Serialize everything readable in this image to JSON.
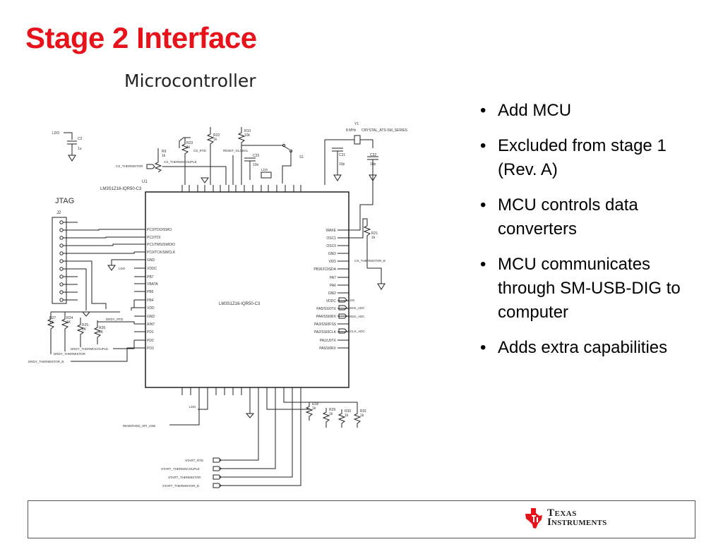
{
  "slide": {
    "title": "Stage 2 Interface",
    "schematic_caption": "Microcontroller"
  },
  "bullets": [
    "Add MCU",
    "Excluded from stage 1 (Rev. A)",
    "MCU controls data converters",
    "MCU communicates through SM-USB-DIG to computer",
    "Adds extra capabilities"
  ],
  "schematic": {
    "chip_name": "LM3S1Z16-IQR50-C3",
    "chip_ref": "U1",
    "chip_ref_label": "LM3S1Z16-IQR50-C3",
    "jtag_label": "JTAG",
    "jtag_ref": "J2",
    "crystal": {
      "ref": "Y1",
      "freq": "8 MHz",
      "part": "CRYSTAL_ATS-SM_SERIES"
    },
    "left_pins": [
      "PC0/TCK/SWCLK",
      "PC1/TMS/SWDIO",
      "PC2/TDI",
      "PC3/TDO/SWO",
      "GND",
      "VDDC",
      "PB7",
      "VBATA",
      "PB5",
      "PB4",
      "VDD",
      "GND",
      "AINT",
      "PD1",
      "PD2",
      "PD3"
    ],
    "right_pins": [
      "WAKE",
      "OSC1",
      "OSC0",
      "GND",
      "VDD",
      "PB3/I2C0SDA",
      "PA7",
      "PA6",
      "GND",
      "VDDC",
      "PA5/SSI0TX",
      "PA4/SSI0RX",
      "PA3/SSI0FSS",
      "PA2/SSI0CLK",
      "PA1/U0TX",
      "PA0/U0RX"
    ],
    "net_labels_left": [
      "LDO",
      "CS_THERMISTOR",
      "CS_THERMOCOUPLE",
      "RESET_GLOBAL",
      "CS_RTD",
      "DRDY_RTD",
      "DRDY_THERMOCOUPLE",
      "DRDY_THERMISTOR",
      "DRDY_THERMISTOR_B",
      "LDO"
    ],
    "net_labels_right": [
      "CS_THERMISTOR_B",
      "LDO",
      "MOSI_ADC",
      "MISO_ADC",
      "SCLK_ADC"
    ],
    "net_labels_bottom": [
      "RESERVED_SPI_USB",
      "LDO",
      "START_RTD",
      "START_THERMOCOUPLE",
      "START_THERMISTOR",
      "START_THERMISTOR_B"
    ],
    "resistors": [
      {
        "ref": "R9",
        "value": "1k"
      },
      {
        "ref": "R23",
        "value": "1k"
      },
      {
        "ref": "R22",
        "value": "1k"
      },
      {
        "ref": "R10",
        "value": "10k"
      },
      {
        "ref": "R21",
        "value": "1k"
      },
      {
        "ref": "R27",
        "value": "1K"
      },
      {
        "ref": "R24",
        "value": "1K"
      },
      {
        "ref": "R25",
        "value": "1K"
      },
      {
        "ref": "R26",
        "value": "1K"
      },
      {
        "ref": "R28",
        "value": "1k"
      },
      {
        "ref": "R29",
        "value": "1k"
      },
      {
        "ref": "R30",
        "value": "1k"
      },
      {
        "ref": "R31",
        "value": "1k"
      }
    ],
    "capacitors": [
      {
        "ref": "C2",
        "value": "1u"
      },
      {
        "ref": "C23",
        "value": "10n"
      },
      {
        "ref": "C21",
        "value": "10p"
      },
      {
        "ref": "C22",
        "value": "10p"
      }
    ],
    "switch_ref": "S1"
  },
  "footer": {
    "brand_line1": "Texas",
    "brand_line2": "Instruments",
    "logo_icon": "ti-state-icon",
    "brand_color": "#e8121b"
  }
}
